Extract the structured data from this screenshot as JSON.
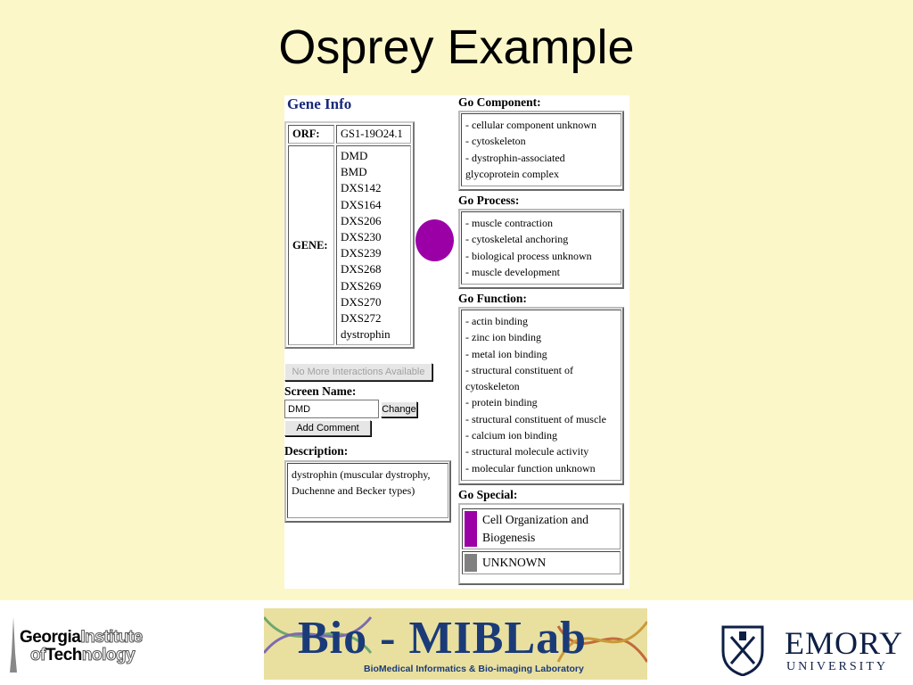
{
  "slide": {
    "title": "Osprey Example"
  },
  "gene_info": {
    "title": "Gene Info",
    "orf_label": "ORF:",
    "orf_value": "GS1-19O24.1",
    "gene_label": "GENE:",
    "genes": [
      "DMD",
      "BMD",
      "DXS142",
      "DXS164",
      "DXS206",
      "DXS230",
      "DXS239",
      "DXS268",
      "DXS269",
      "DXS270",
      "DXS272",
      "dystrophin"
    ],
    "node_color": "#9b00a6"
  },
  "interactions_button": "No More Interactions Available",
  "screen_name": {
    "label": "Screen Name:",
    "value": "DMD",
    "change_button": "Change"
  },
  "add_comment_button": "Add Comment",
  "description": {
    "label": "Description:",
    "text": "dystrophin (muscular dystrophy, Duchenne and Becker types)"
  },
  "go_component": {
    "title": "Go Component:",
    "items": [
      "- cellular component unknown",
      "- cytoskeleton",
      "- dystrophin-associated glycoprotein complex"
    ]
  },
  "go_process": {
    "title": "Go Process:",
    "items": [
      "- muscle contraction",
      "- cytoskeletal anchoring",
      "- biological process unknown",
      "- muscle development"
    ]
  },
  "go_function": {
    "title": "Go Function:",
    "items": [
      "- actin binding",
      "- zinc ion binding",
      "- metal ion binding",
      "- structural constituent of cytoskeleton",
      "- protein binding",
      "- structural constituent of muscle",
      "- calcium ion binding",
      "- structural molecule activity",
      "- molecular function unknown"
    ]
  },
  "go_special": {
    "title": "Go Special:",
    "items": [
      {
        "label": "Cell Organization and Biogenesis",
        "color": "#9b00a6"
      },
      {
        "label": "UNKNOWN",
        "color": "#808080"
      }
    ]
  },
  "footer": {
    "gt": {
      "line1_bold": "Georgia",
      "line1_hollow": "Institute",
      "line2_hollow": "of",
      "line2_bold": "Tech",
      "line2_hollow2": "nology"
    },
    "bio": {
      "title": "Bio - MIBLab",
      "subtitle": "BioMedical Informatics & Bio-imaging Laboratory"
    },
    "emory": {
      "name": "EMORY",
      "university": "UNIVERSITY"
    }
  }
}
